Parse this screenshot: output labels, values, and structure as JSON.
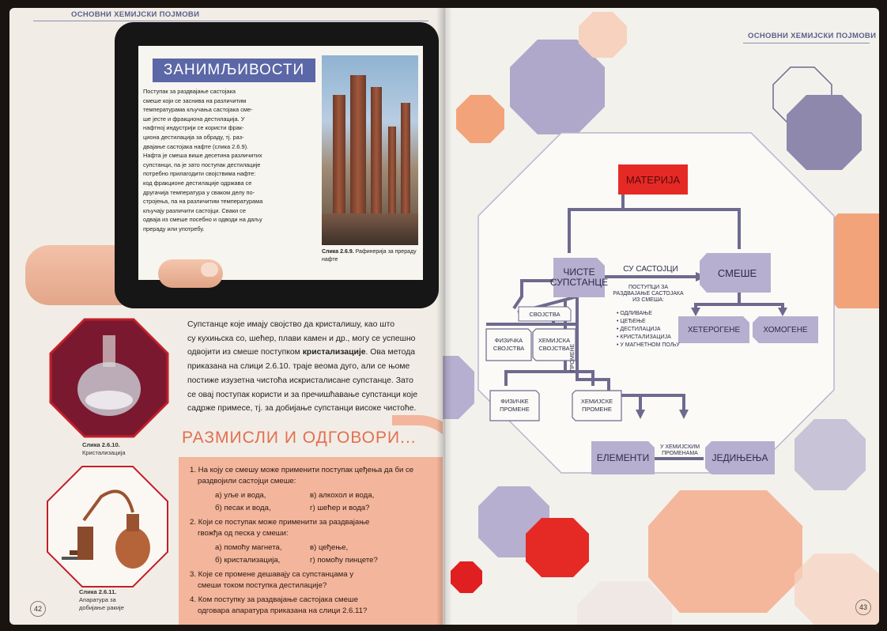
{
  "header": {
    "left": "ОСНОВНИ ХЕМИЈСКИ ПОЈМОВИ",
    "right": "ОСНОВНИ ХЕМИЈСКИ ПОЈМОВИ"
  },
  "page_numbers": {
    "left": "42",
    "right": "43"
  },
  "tablet": {
    "title": "ЗАНИМЉИВОСТИ",
    "lines": [
      "Поступак за раздвајање састојака",
      "смеше који се заснива на различитим",
      "температурама кључања састојака сме-",
      "ше јесте и фракциона дестилација. У",
      "нафтној индустрији се користи фрак-",
      "циона дестилација за обраду, тј. раз-",
      "двајање састојака нафте (слика 2.6.9).",
      "Нафта је смеша више десетина различитих",
      "супстанци, па је зато поступак дестилације",
      "потребно прилагодити својствима нафте:",
      "код фракционе дестилације одржава се",
      "другачија температура у сваком делу по-",
      "стројења, па на различитим температурама",
      "кључају различити састојци. Сваки се",
      "одваја из смеше посебно и одводи на даљу",
      "прераду или употребу."
    ],
    "caption_title": "Слика 2.6.9.",
    "caption_text": "Рафинерија за прераду нафте"
  },
  "paragraph": {
    "lines": [
      "Супстанце које имају својство да кристалишу, као што",
      "су кухињска со, шећер, плави камен и др., могу се успешно",
      "одвојити из смеше поступком кристализације. Ова метода",
      "приказана на слици 2.6.10. траје веома дуго, али се њоме",
      "постиже изузетна чистоћа искристалисане супстанце. Зато",
      "се овај поступак користи и за пречишћавање супстанци које",
      "садрже примесе, тј. за добијање супстанци високе чистоће."
    ],
    "bold_word": "кристализације"
  },
  "figures": {
    "f10_title": "Слика 2.6.10.",
    "f10_text": "Кристализација",
    "f11_title": "Слика 2.6.11.",
    "f11_text_1": "Апаратура за",
    "f11_text_2": "добијање ракије"
  },
  "quiz": {
    "title": "РАЗМИСЛИ И ОДГОВОРИ...",
    "q1_1": "1. На коју се смешу може применити поступак цеђења да би се",
    "q1_2": "раздвојили састојци смеше:",
    "q1_a": "а) уље и вода,",
    "q1_v": "в) алкохол и вода,",
    "q1_b": "б) песак и вода,",
    "q1_g": "г) шећер и вода?",
    "q2_1": "2. Који се поступак може применити за раздвајање",
    "q2_2": "гвожђа од песка у смеши:",
    "q2_a": "а) помоћу магнета,",
    "q2_v": "в) цеђење,",
    "q2_b": "б) кристализација,",
    "q2_g": "г) помоћу пинцете?",
    "q3_1": "3. Које се промене дешавају са супстанцама у",
    "q3_2": "смеши током поступка дестилације?",
    "q4_1": "4. Ком поступку за раздвајање састојака смеше",
    "q4_2": "одговара апаратура приказана на слици 2.6.11?"
  },
  "diagram": {
    "materija": "МАТЕРИЈА",
    "ciste_1": "ЧИСТЕ",
    "ciste_2": "СУПСТАНЦЕ",
    "smese": "СМЕШЕ",
    "su_sastojci": "СУ САСТОЈЦИ",
    "postupci_1": "ПОСТУПЦИ ЗА",
    "postupci_2": "РАЗДВАЈАЊЕ САСТОЈАКА",
    "postupci_3": "ИЗ СМЕША:",
    "methods": [
      "• ОДЛИВАЊЕ",
      "• ЦЕЂЕЊЕ",
      "• ДЕСТИЛАЦИЈА",
      "• КРИСТАЛИЗАЦИЈА",
      "• У МАГНЕТНОМ ПОЉУ"
    ],
    "heterogene": "ХЕТЕРОГЕНЕ",
    "homogene": "ХОМОГЕНЕ",
    "svojstva": "СВОЈСТВА",
    "fizicka_1": "ФИЗИЧКА",
    "fizicka_2": "СВОЈСТВА",
    "hemijska_1": "ХЕМИЈСКА",
    "hemijska_2": "СВОЈСТВА",
    "promene": "ПРОМЕНЕ",
    "fizicke_1": "ФИЗИЧКЕ",
    "fizicke_2": "ПРОМЕНЕ",
    "hemijske_1": "ХЕМИЈСКЕ",
    "hemijske_2": "ПРОМЕНЕ",
    "elementi": "ЕЛЕМЕНТИ",
    "jedinjenja": "ЈЕДИЊЕЊА",
    "u_hem_1": "У ХЕМИЈСКИМ",
    "u_hem_2": "ПРОМЕНАМА"
  },
  "colors": {
    "accent_red": "#e02020",
    "lilac": "#b7afcf",
    "purple_dark": "#6e6a8e",
    "salmon": "#f3b59b",
    "orange": "#f2a37a"
  }
}
